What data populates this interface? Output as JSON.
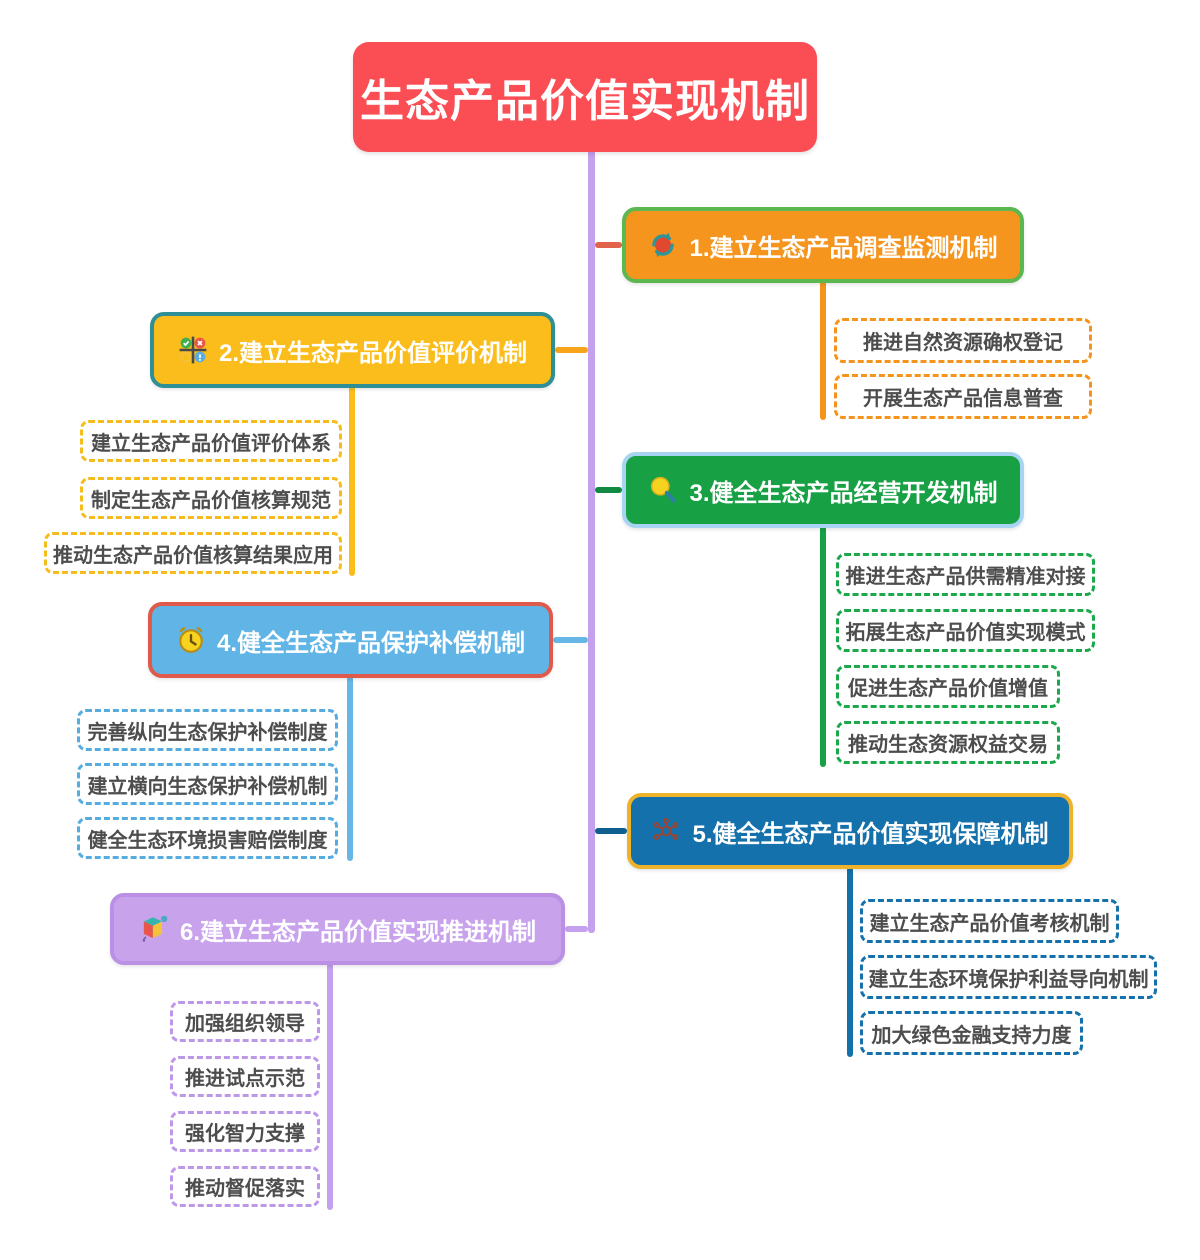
{
  "root": {
    "label": "生态产品价值实现机制",
    "fill": "#FB4D54",
    "text_color": "#FFFFFF"
  },
  "trunk_color": "#C5A0EE",
  "child_text_color": "#4D4D4D",
  "branches": [
    {
      "label": "1.建立生态产品调查监测机制",
      "icon": "sync-icon",
      "fill": "#F5951E",
      "border": "#5CB751",
      "connector": "#E2634B",
      "child_border": "#F5941D",
      "children": [
        "推进自然资源确权登记",
        "开展生态产品信息普查"
      ]
    },
    {
      "label": "2.建立生态产品价值评价机制",
      "icon": "grid-status-icon",
      "fill": "#FBBD1B",
      "border": "#2E8F96",
      "connector": "#F8A41B",
      "child_border": "#F5BC1C",
      "children": [
        "建立生态产品价值评价体系",
        "制定生态产品价值核算规范",
        "推动生态产品价值核算结果应用"
      ]
    },
    {
      "label": "3.健全生态产品经营开发机制",
      "icon": "magnifier-icon",
      "fill": "#17A144",
      "border": "#A6D4F2",
      "connector": "#0F8A40",
      "child_border": "#1BA94C",
      "children": [
        "推进生态产品供需精准对接",
        "拓展生态产品价值实现模式",
        "促进生态产品价值增值",
        "推动生态资源权益交易"
      ]
    },
    {
      "label": "4.健全生态产品保护补偿机制",
      "icon": "clock-icon",
      "fill": "#60B4E6",
      "border": "#DF5A4B",
      "connector": "#66B7E6",
      "child_border": "#56ABDF",
      "children": [
        "完善纵向生态保护补偿制度",
        "建立横向生态保护补偿机制",
        "健全生态环境损害赔偿制度"
      ]
    },
    {
      "label": "5.健全生态产品价值实现保障机制",
      "icon": "network-icon",
      "fill": "#1571AC",
      "border": "#EFB22B",
      "connector": "#0E5F90",
      "child_border": "#1571AC",
      "children": [
        "建立生态产品价值考核机制",
        "建立生态环境保护利益导向机制",
        "加大绿色金融支持力度"
      ]
    },
    {
      "label": "6.建立生态产品价值实现推进机制",
      "icon": "cube-icon",
      "fill": "#C8A3EC",
      "border": "#BA8FE4",
      "connector": "#C5A0EE",
      "child_border": "#BD97E8",
      "children": [
        "加强组织领导",
        "推进试点示范",
        "强化智力支撑",
        "推动督促落实"
      ]
    }
  ]
}
